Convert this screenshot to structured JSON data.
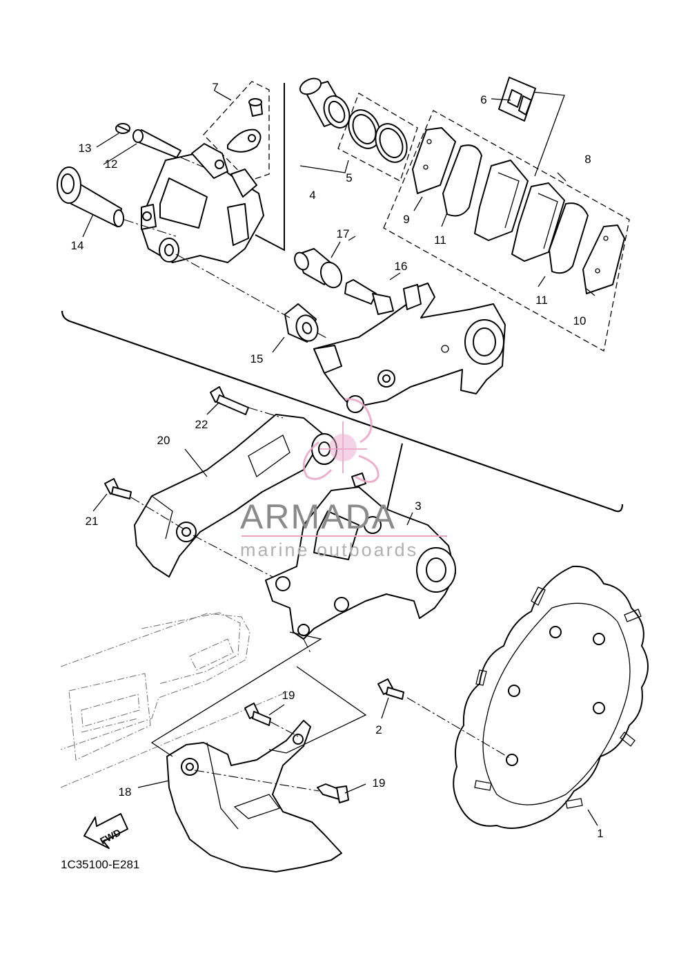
{
  "diagram": {
    "code": "1C35100-E281",
    "fwd_label": "FWD",
    "watermark": {
      "title": "ARMADA",
      "subtitle": "marine outboards",
      "color": "#e8a3c4"
    },
    "callouts": [
      {
        "label": "1"
      },
      {
        "label": "2"
      },
      {
        "label": "3"
      },
      {
        "label": "4"
      },
      {
        "label": "5"
      },
      {
        "label": "6"
      },
      {
        "label": "7"
      },
      {
        "label": "8"
      },
      {
        "label": "9"
      },
      {
        "label": "10"
      },
      {
        "label": "11"
      },
      {
        "label": "11"
      },
      {
        "label": "12"
      },
      {
        "label": "13"
      },
      {
        "label": "14"
      },
      {
        "label": "15"
      },
      {
        "label": "16"
      },
      {
        "label": "17"
      },
      {
        "label": "18"
      },
      {
        "label": "19"
      },
      {
        "label": "19"
      },
      {
        "label": "20"
      },
      {
        "label": "21"
      },
      {
        "label": "22"
      }
    ]
  }
}
